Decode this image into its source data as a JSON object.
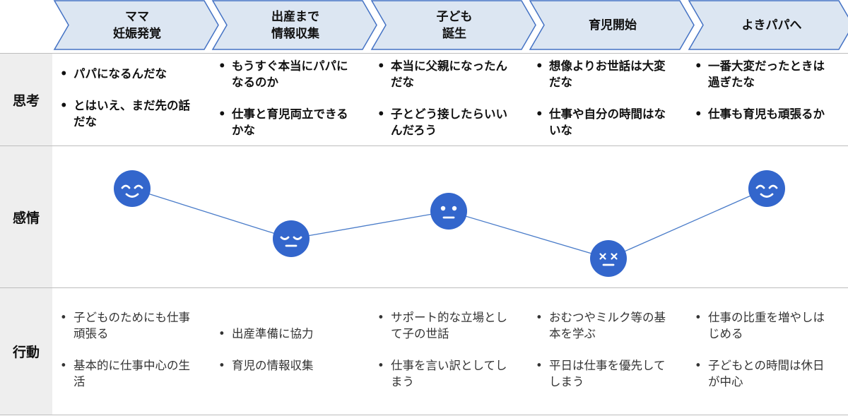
{
  "stages": [
    {
      "label": "ママ\n妊娠発覚"
    },
    {
      "label": "出産まで\n情報収集"
    },
    {
      "label": "子ども\n誕生"
    },
    {
      "label": "育児開始"
    },
    {
      "label": "よきパパへ"
    }
  ],
  "rows": {
    "thinking": {
      "label": "思考"
    },
    "emotion": {
      "label": "感情"
    },
    "action": {
      "label": "行動"
    }
  },
  "thinking": [
    [
      "パパになるんだな",
      "とはいえ、まだ先の話だな"
    ],
    [
      "もうすぐ本当にパパになるのか",
      "仕事と育児両立できるかな"
    ],
    [
      "本当に父親になったんだな",
      "子とどう接したらいいんだろう"
    ],
    [
      "想像よりお世話は大変だな",
      "仕事や自分の時間はないな"
    ],
    [
      "一番大変だったときは過ぎたな",
      "仕事も育児も頑張るか"
    ]
  ],
  "action": [
    [
      "子どものためにも仕事頑張る",
      "基本的に仕事中心の生活"
    ],
    [
      "出産準備に協力",
      "育児の情報収集"
    ],
    [
      "サポート的な立場として子の世話",
      "仕事を言い訳としてしまう"
    ],
    [
      "おむつやミルク等の基本を学ぶ",
      "平日は仕事を優先してしまう"
    ],
    [
      "仕事の比重を増やしはじめる",
      "子どもとの時間は休日が中心"
    ]
  ],
  "emotions": [
    {
      "expression": "smile"
    },
    {
      "expression": "sleepy"
    },
    {
      "expression": "neutral"
    },
    {
      "expression": "dizzy"
    },
    {
      "expression": "smile"
    }
  ],
  "colors": {
    "chevron_fill": "#dce6f2",
    "chevron_stroke": "#4472c4",
    "face": "#3366cc",
    "line": "#4a7cc9",
    "row_header_bg": "#eeeeee"
  }
}
